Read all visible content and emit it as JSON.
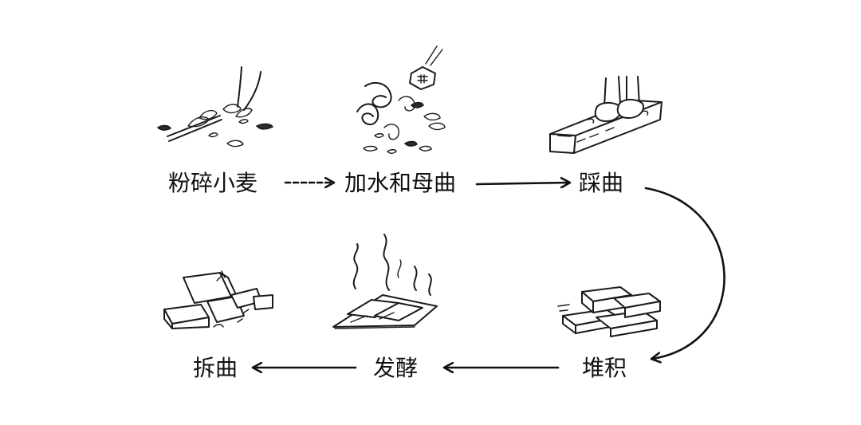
{
  "diagram": {
    "steps": [
      {
        "id": "crush",
        "label": "粉碎小麦",
        "icon": "crushed-wheat-icon"
      },
      {
        "id": "mix",
        "label": "加水和母曲",
        "icon": "water-and-mother-starter-icon"
      },
      {
        "id": "tread",
        "label": "踩曲",
        "icon": "treading-feet-box-icon"
      },
      {
        "id": "stack",
        "label": "堆积",
        "icon": "stacked-bricks-icon"
      },
      {
        "id": "ferment",
        "label": "发酵",
        "icon": "steaming-bricks-icon"
      },
      {
        "id": "break",
        "label": "拆曲",
        "icon": "broken-bricks-icon"
      }
    ],
    "flow": [
      "crush",
      "mix",
      "tread",
      "stack",
      "ferment",
      "break"
    ]
  }
}
